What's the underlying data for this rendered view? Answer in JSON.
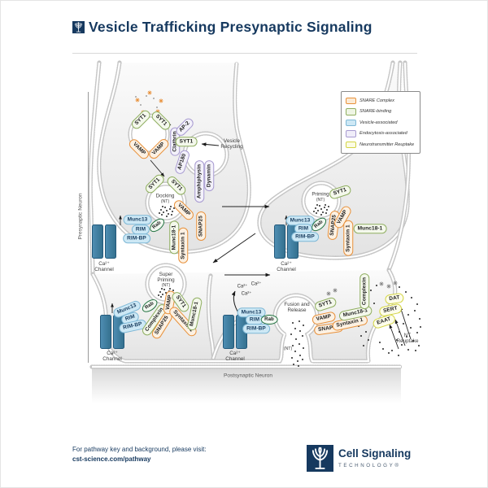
{
  "header": {
    "title": "Vesicle Trafficking Presynaptic Signaling"
  },
  "legend": {
    "items": [
      {
        "label": "SNARE Complex",
        "border": "#E8913B",
        "fill": "#FBEAD5"
      },
      {
        "label": "SNARE-binding",
        "border": "#8FAE60",
        "fill": "#EFF5E4"
      },
      {
        "label": "Vesicle-associated",
        "border": "#7FB8D6",
        "fill": "#CDE8F5"
      },
      {
        "label": "Endocytosis-associated",
        "border": "#A89BD1",
        "fill": "#F0EDF9"
      },
      {
        "label": "Neurotransmitter Reuptake",
        "border": "#D4D546",
        "fill": "#FBFBE3"
      }
    ]
  },
  "proteins": {
    "syt1": "SYT1",
    "vamp": "VAMP",
    "clathrin": "Clathrin",
    "ap2": "AP-2",
    "ap180": "AP180",
    "amphiphysin": "Amphiphysin",
    "dynamin": "Dynamin",
    "munc13": "Munc13",
    "rim": "RIM",
    "rimbp": "RIM-BP",
    "rab": "Rab",
    "munc18": "Munc18-1",
    "syntaxin1": "Syntaxin 1",
    "snap25": "SNAP25",
    "complexin": "Complexin",
    "dat": "DAT",
    "sert": "SERT",
    "eaat": "EAAT"
  },
  "stages": {
    "docking": "Docking",
    "priming": "Priming",
    "super_priming": "Super Priming",
    "fusion": "Fusion and Release",
    "nt": "(NT)",
    "vesicle_recycling": "Vesicle Recycling",
    "nt_reuptake": "NT Reuptake"
  },
  "ions": {
    "ca": "Ca²⁺",
    "ca_channel": "Ca²⁺ Channel"
  },
  "neurons": {
    "pre": "Presynaptic Neuron",
    "post": "Postsynaptic Neuron"
  },
  "footer": {
    "note_line1": "For pathway key and background, please visit:",
    "note_link": "cst-science.com/pathway",
    "brand_name": "Cell Signaling",
    "brand_sub": "TECHNOLOGY®"
  }
}
